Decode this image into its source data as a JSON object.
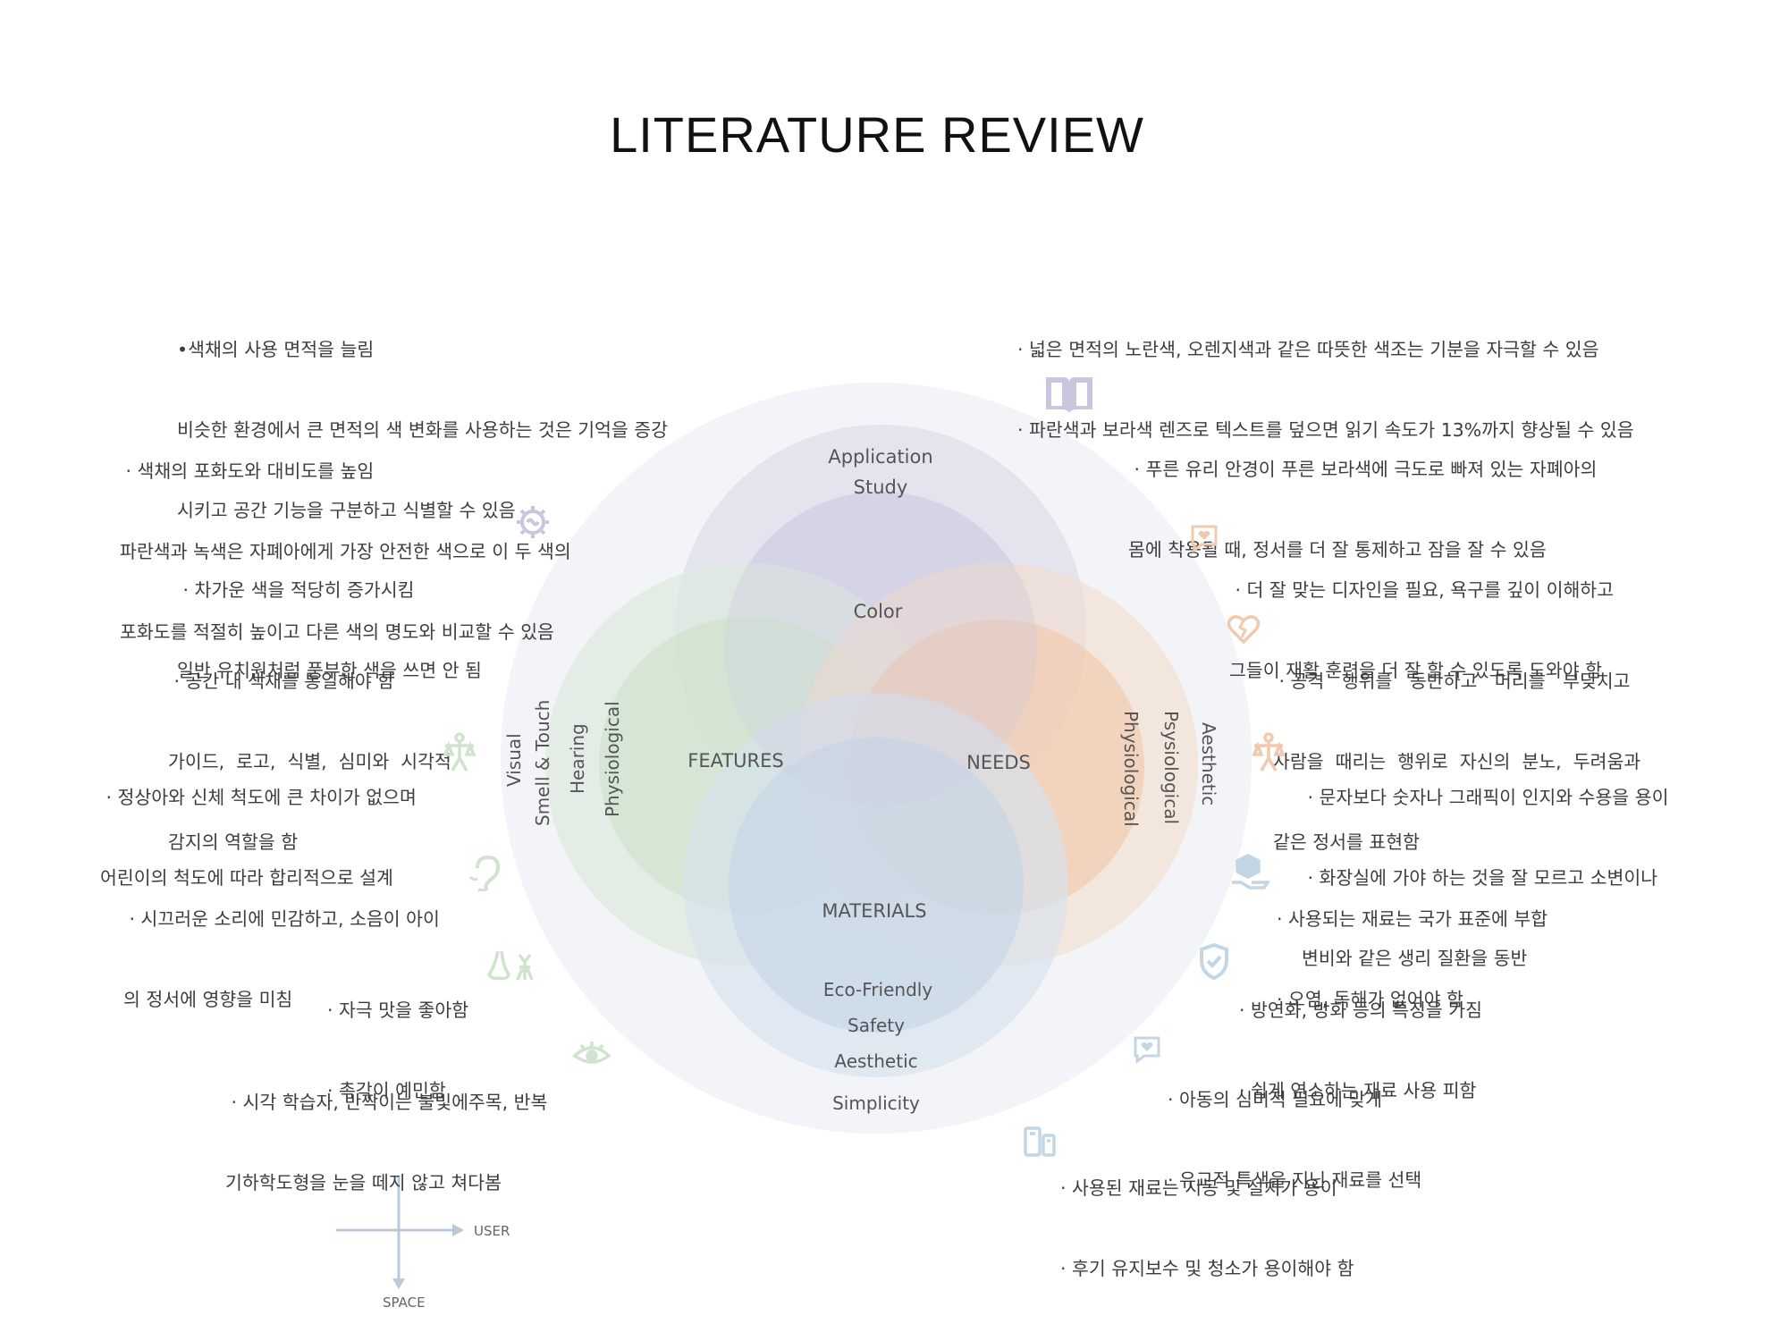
{
  "title": "LITERATURE REVIEW",
  "diagram": {
    "top_ring_labels": [
      "Application",
      "Study"
    ],
    "center_color": "Color",
    "features": "FEATURES",
    "needs": "NEEDS",
    "materials": "MATERIALS",
    "left_vertical": [
      "Visual",
      "Smell & Touch",
      "Hearing",
      "Physiological"
    ],
    "right_vertical": [
      "Physiological",
      "Psysiological",
      "Aesthetic"
    ],
    "bottom_labels": [
      "Eco-Friendly",
      "Safety",
      "Aesthetic",
      "Simplicity"
    ],
    "colors": {
      "purple": "#c9c7de",
      "green": "#cfe3cd",
      "orange": "#f0c9ae",
      "blue": "#c3d6e6",
      "ring": "#eef0f4"
    }
  },
  "left_notes": [
    {
      "lines": [
        "•색채의 사용 면적을 늘림",
        "비슷한 환경에서 큰 면적의 색 변화를 사용하는 것은 기억을 증강",
        "시키고 공간 기능을 구분하고 식별할 수 있음"
      ]
    },
    {
      "lines": [
        " · 색채의 포화도와 대비도를 높임",
        "파란색과 녹색은 자폐아에게 가장 안전한 색으로 이 두 색의",
        "포화도를 적절히 높이고 다른 색의 명도와 비교할 수 있음"
      ]
    },
    {
      "lines": [
        " · 차가운 색을 적당히 증가시킴",
        "일반 유치원처럼 풍부한 색을 쓰면 안 됨"
      ]
    },
    {
      "lines": [
        " · 공간 내 색채를 통일해야 함",
        "가이드,  로고,  식별,  심미와  시각적",
        "감지의 역할을 함"
      ]
    },
    {
      "lines": [
        " · 정상아와 신체 척도에 큰 차이가 없으며",
        "어린이의 척도에 따라 합리적으로 설계"
      ]
    },
    {
      "lines": [
        " · 시끄러운 소리에 민감하고, 소음이 아이",
        "의 정서에 영향을 미침"
      ]
    },
    {
      "lines": [
        "· 자극 맛을 좋아함",
        "· 촉각이 예민함"
      ]
    },
    {
      "lines": [
        " · 시각 학습자, 반짝이는 불빛에주목, 반복",
        "기하학도형을 눈을 떼지 않고 쳐다봄"
      ]
    }
  ],
  "right_notes": [
    {
      "lines": [
        "· 넓은 면적의 노란색, 오렌지색과 같은 따뜻한 색조는 기분을 자극할 수 있음",
        "· 파란색과 보라색 렌즈로 텍스트를 덮으면 읽기 속도가 13%까지 향상될 수 있음"
      ]
    },
    {
      "lines": [
        " · 푸른 유리 안경이 푸른 보라색에 극도로 빠져 있는 자폐아의",
        "몸에 착용될 때, 정서를 더 잘 통제하고 잠을 잘 수 있음"
      ]
    },
    {
      "lines": [
        " · 더 잘 맞는 디자인을 필요, 욕구를 깊이 이해하고",
        "그들이 재활 훈련을 더 잘 할 수 있도록 도와야 함"
      ]
    },
    {
      "lines": [
        " · 공격   행위를   동반하고   머리를   부딪치고",
        "사람을  때리는  행위로  자신의  분노,  두려움과",
        "같은 정서를 표현함"
      ]
    },
    {
      "lines": [
        " · 문자보다 숫자나 그래픽이 인지와 수용을 용이",
        " · 화장실에 가야 하는 것을 잘 모르고 소변이나",
        "변비와 같은 생리 질환을 동반"
      ]
    },
    {
      "lines": [
        "· 사용되는 재료는 국가 표준에 부합",
        "· 오염, 독해가 없어야 함"
      ]
    },
    {
      "lines": [
        "· 방연화, 방화 등의 특징을 가짐",
        "· 쉽게 연소하는 재료 사용 피함"
      ]
    },
    {
      "lines": [
        "· 아동의 심미적 필요에 맞게",
        "· 유교적 특색을 지닌 재료를 선택"
      ]
    },
    {
      "lines": [
        "· 사용된 재료는 시공 및 설치가 용이",
        "· 후기 유지보수 및 청소가 용이해야 함"
      ]
    }
  ],
  "icons": {
    "left": [
      "gear-brain-icon",
      "body-scale-icon",
      "ear-icon",
      "nose-hand-icon",
      "eye-icon"
    ],
    "right": [
      "book-icon",
      "chat-heart-icon",
      "broken-heart-icon",
      "body-scale-icon",
      "hand-cube-icon",
      "shield-check-icon",
      "chat-heart-icon",
      "tools-icon"
    ]
  },
  "axis": {
    "x_label": "USER",
    "y_label": "SPACE"
  }
}
